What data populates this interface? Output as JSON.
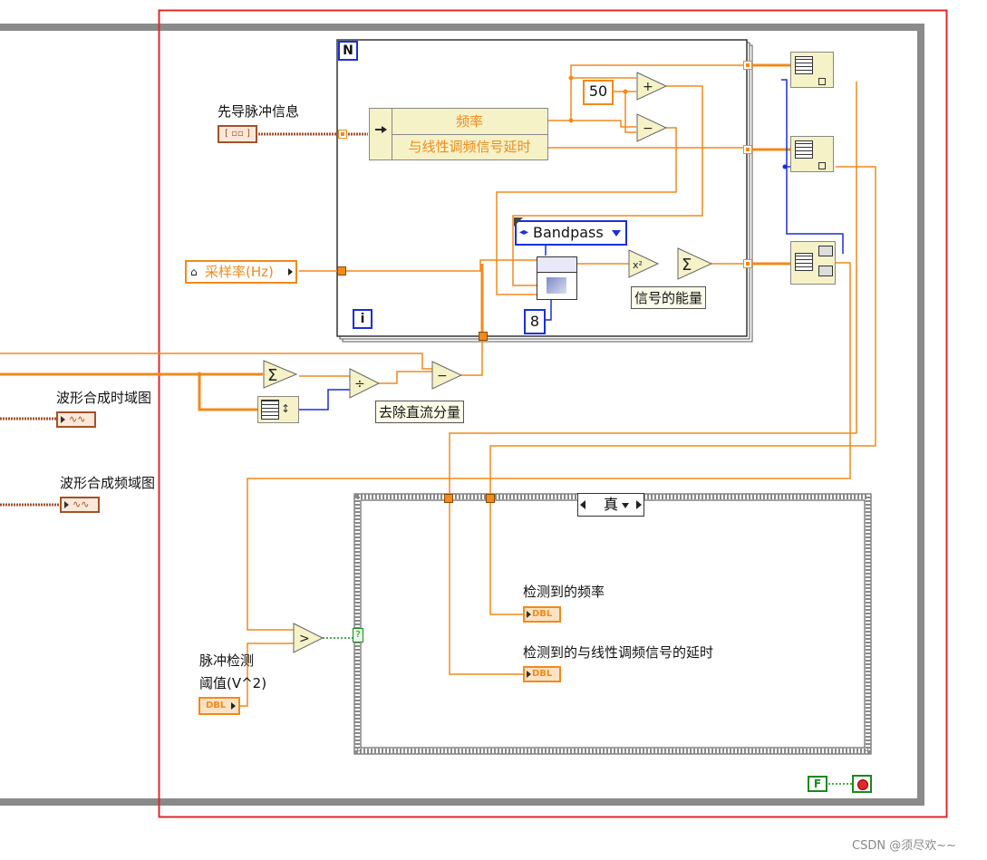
{
  "loop_labels": {
    "for_n": "N",
    "for_i": "i"
  },
  "controls": {
    "pulse_info": "先导脉冲信息",
    "pulse_info_icon": "[ ▫▫ ]",
    "sample_rate": "采样率(Hz)",
    "waveform_time": "波形合成时域图",
    "waveform_freq": "波形合成频域图",
    "threshold_line1": "脉冲检测",
    "threshold_line2": "阈值(V^2)",
    "threshold_type": "DBL"
  },
  "cluster": {
    "field1": "频率",
    "field2": "与线性调频信号延时"
  },
  "filter": {
    "mode": "Bandpass",
    "order": "8"
  },
  "constants": {
    "fifty": "50"
  },
  "labels": {
    "signal_energy": "信号的能量",
    "remove_dc": "去除直流分量"
  },
  "case_structure": {
    "selector": "真",
    "indicator_freq": "检测到的频率",
    "indicator_delay": "检测到的与线性调频信号的延时",
    "indicator_type": "DBL"
  },
  "stop": {
    "bool_const": "F"
  },
  "operators": {
    "add": "+",
    "sub": "−",
    "div": "÷",
    "sum": "Σ",
    "square": "x²",
    "greater": ">"
  },
  "watermark": "CSDN @须尽欢~~",
  "colors": {
    "highlight_box": "#e0282c",
    "wire_orange": "#f08a1c",
    "wire_blue": "#1a2fd8",
    "while_loop": "#8a8a8a"
  }
}
